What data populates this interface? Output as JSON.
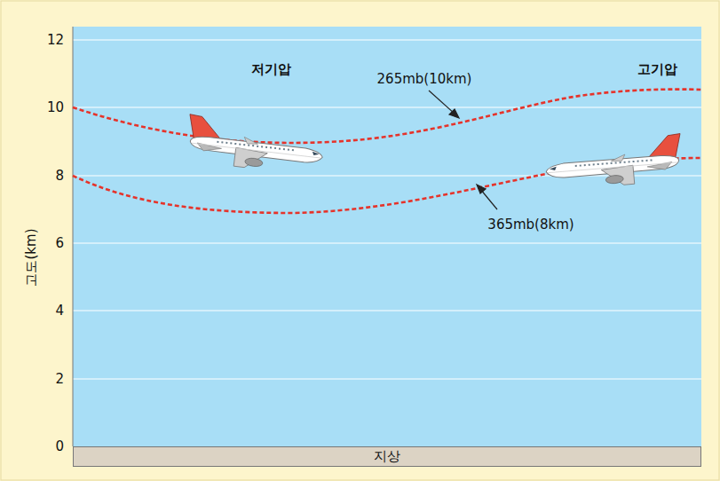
{
  "diagram": {
    "nodes": [
      {
        "text": [
          "지상"
        ]
      }
    ],
    "labels": [
      "12",
      "10",
      "8",
      "6",
      "4",
      "2",
      "0",
      "고도(km)",
      "저기압",
      "265mb(10km)",
      "고기압",
      "365mb(8km)"
    ]
  }
}
